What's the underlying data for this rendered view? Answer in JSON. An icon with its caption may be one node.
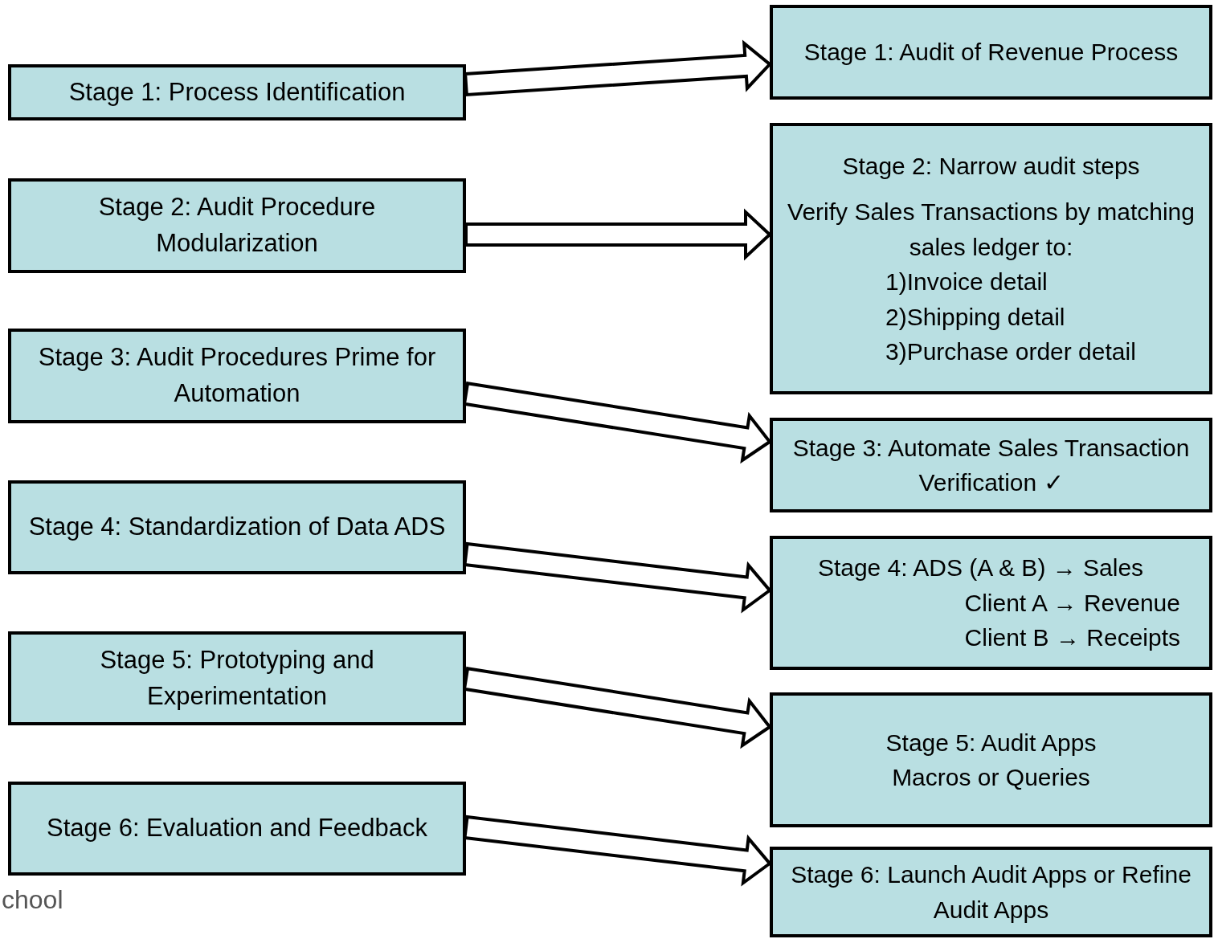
{
  "diagram": {
    "nodes": [
      {
        "text": [
          "Stage 1: Process Identification"
        ]
      },
      {
        "text": [
          "Stage 1: Audit of Revenue Process"
        ]
      },
      {
        "text": [
          "Stage 2: Audit Procedure Modularization"
        ]
      },
      {
        "text": [
          "Stage 2: Narrow audit steps",
          "Verify Sales Transactions by matching sales ledger to:",
          "1)Invoice detail",
          "2)Shipping detail",
          "3)Purchase order detail"
        ]
      },
      {
        "text": [
          "Stage 3: Audit Procedures Prime for Automation"
        ]
      },
      {
        "text": [
          "Stage 3: Automate Sales Transaction Verification ✓"
        ]
      },
      {
        "text": [
          "Stage 4: Standardization of Data ADS"
        ]
      },
      {
        "text": [
          "Stage 4: ADS (A & B) → Sales",
          "Client A → Revenue",
          "Client B → Receipts"
        ]
      },
      {
        "text": [
          "Stage 5: Prototyping and Experimentation"
        ]
      },
      {
        "text": [
          "Stage 5: Audit Apps",
          "Macros or Queries"
        ]
      },
      {
        "text": [
          "Stage 6: Evaluation and Feedback"
        ]
      },
      {
        "text": [
          "Stage 6: Launch Audit Apps or Refine Audit Apps"
        ]
      }
    ],
    "edges": [
      {
        "from": 0,
        "to": 1,
        "arrow": "to"
      },
      {
        "from": 2,
        "to": 3,
        "arrow": "to"
      },
      {
        "from": 4,
        "to": 5,
        "arrow": "to"
      },
      {
        "from": 6,
        "to": 7,
        "arrow": "to"
      },
      {
        "from": 8,
        "to": 9,
        "arrow": "to"
      },
      {
        "from": 10,
        "to": 11,
        "arrow": "to"
      }
    ],
    "labels": [
      "chool"
    ]
  }
}
